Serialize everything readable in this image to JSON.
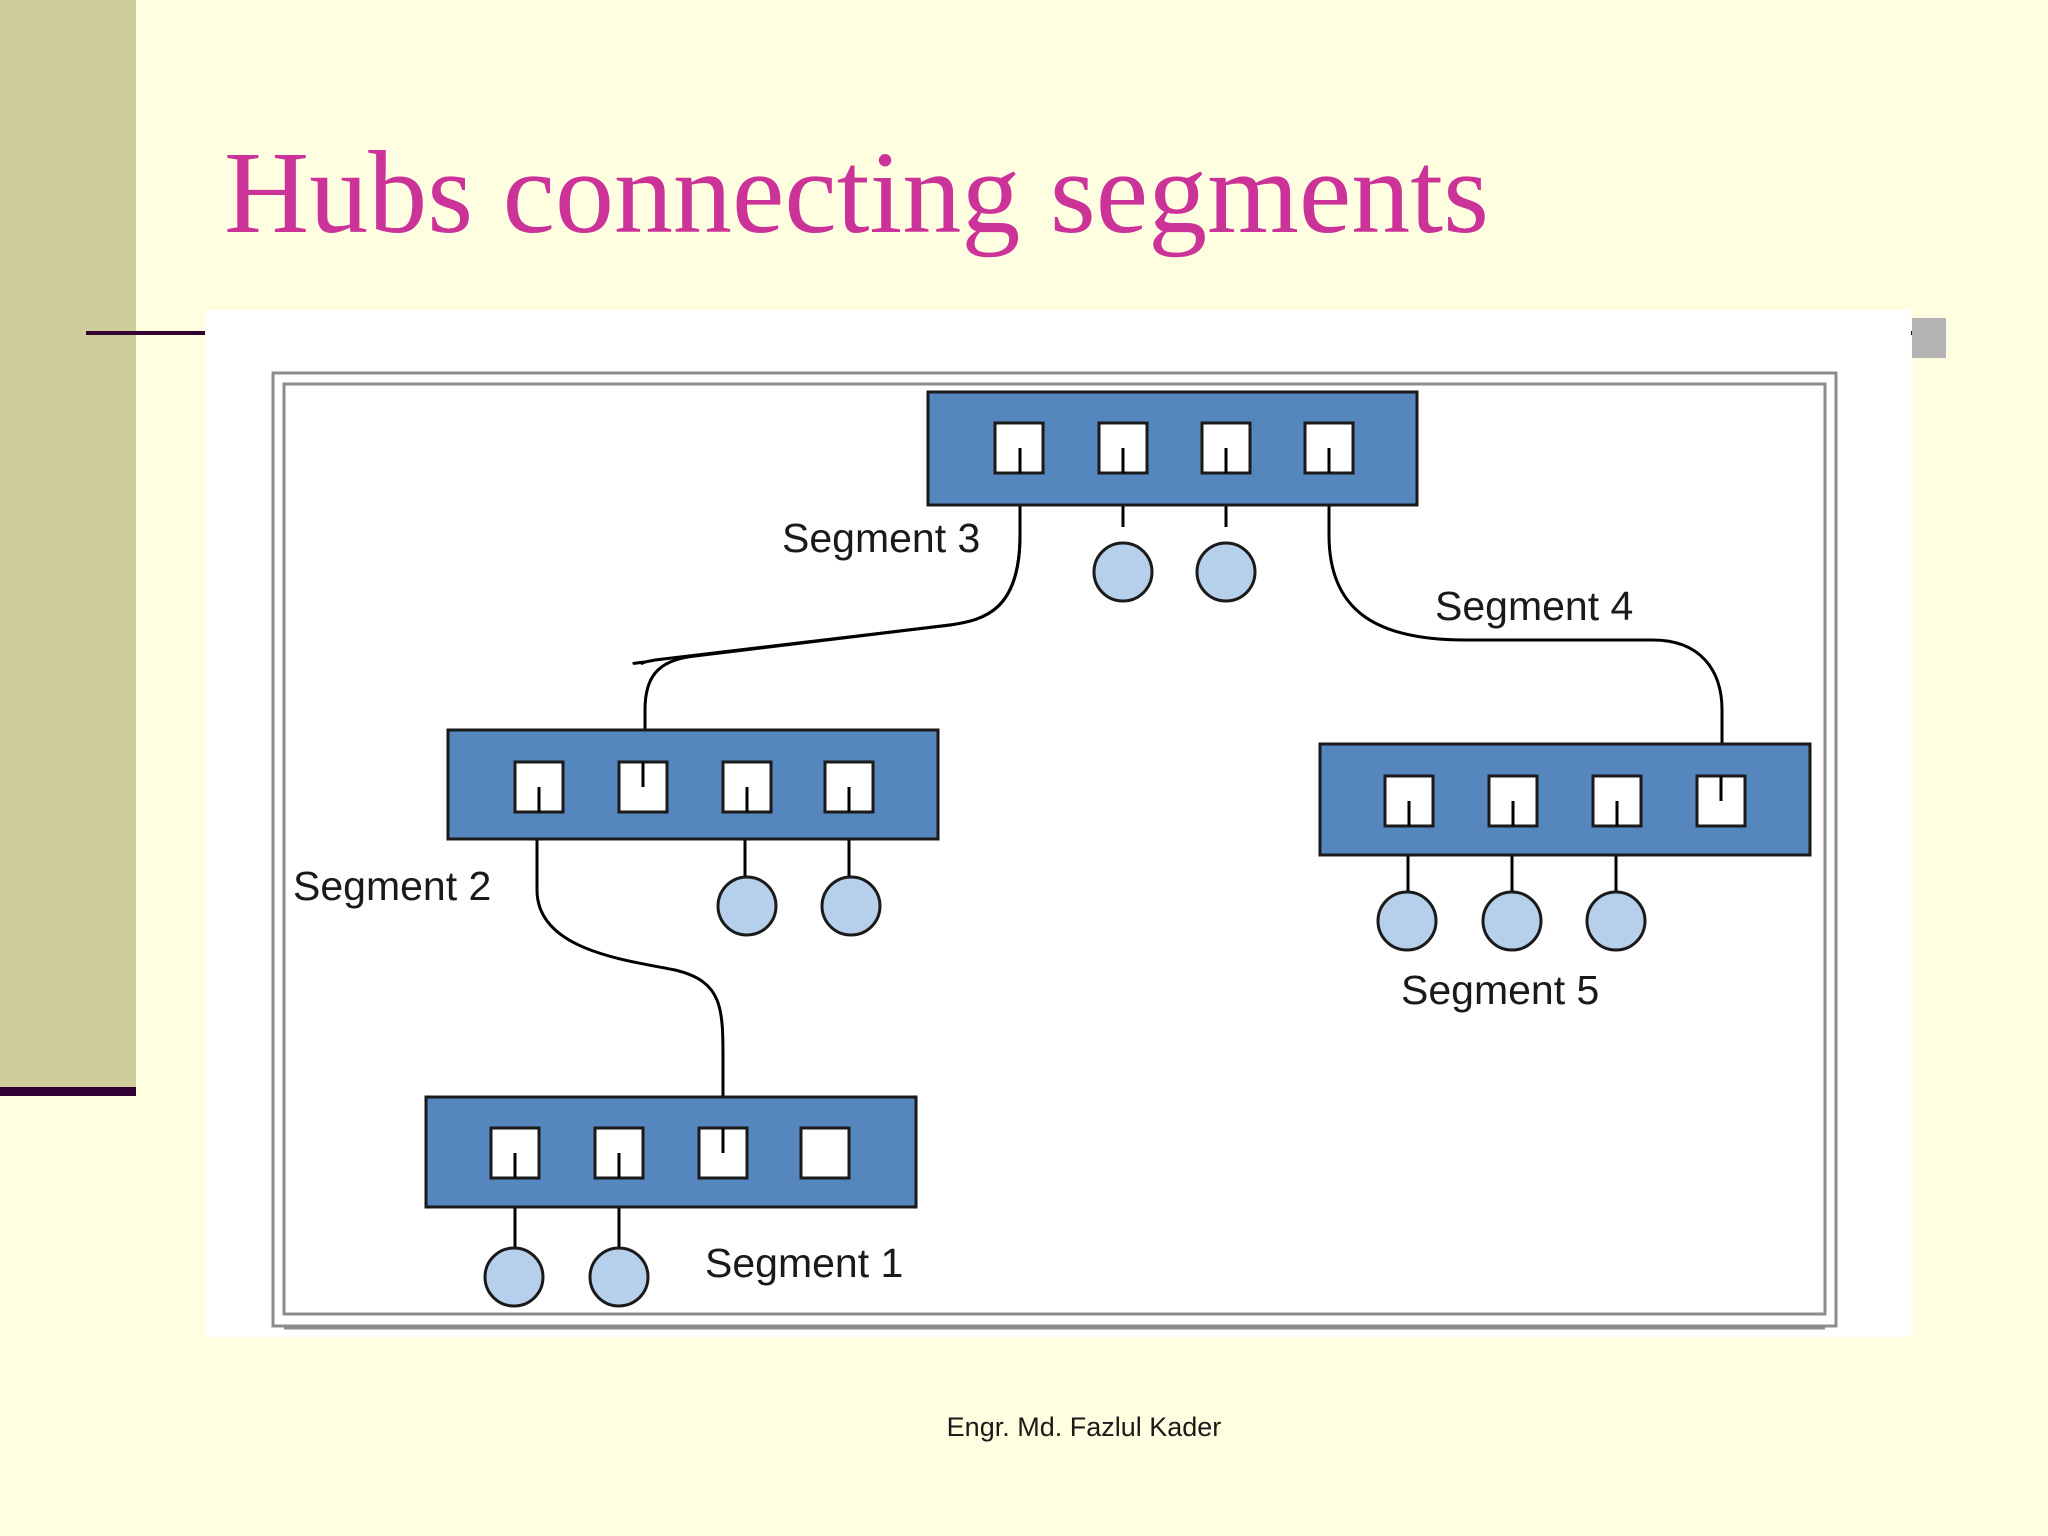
{
  "slide": {
    "title": "Hubs connecting segments",
    "footer": "Engr. Md. Fazlul Kader"
  },
  "colors": {
    "background": "#FFFEE1",
    "side_band": "#CDCD9A",
    "rule": "#330033",
    "title": "#CC3399",
    "hub_fill": "#5686BE",
    "node_fill": "#B6CFEA"
  },
  "diagram": {
    "hubs": [
      {
        "id": "hub-top",
        "ports": 4
      },
      {
        "id": "hub-left",
        "ports": 4
      },
      {
        "id": "hub-right",
        "ports": 4
      },
      {
        "id": "hub-bottom",
        "ports": 4
      }
    ],
    "labels": {
      "segment_1": "Segment 1",
      "segment_2": "Segment 2",
      "segment_3": "Segment 3",
      "segment_4": "Segment 4",
      "segment_5": "Segment 5"
    }
  }
}
